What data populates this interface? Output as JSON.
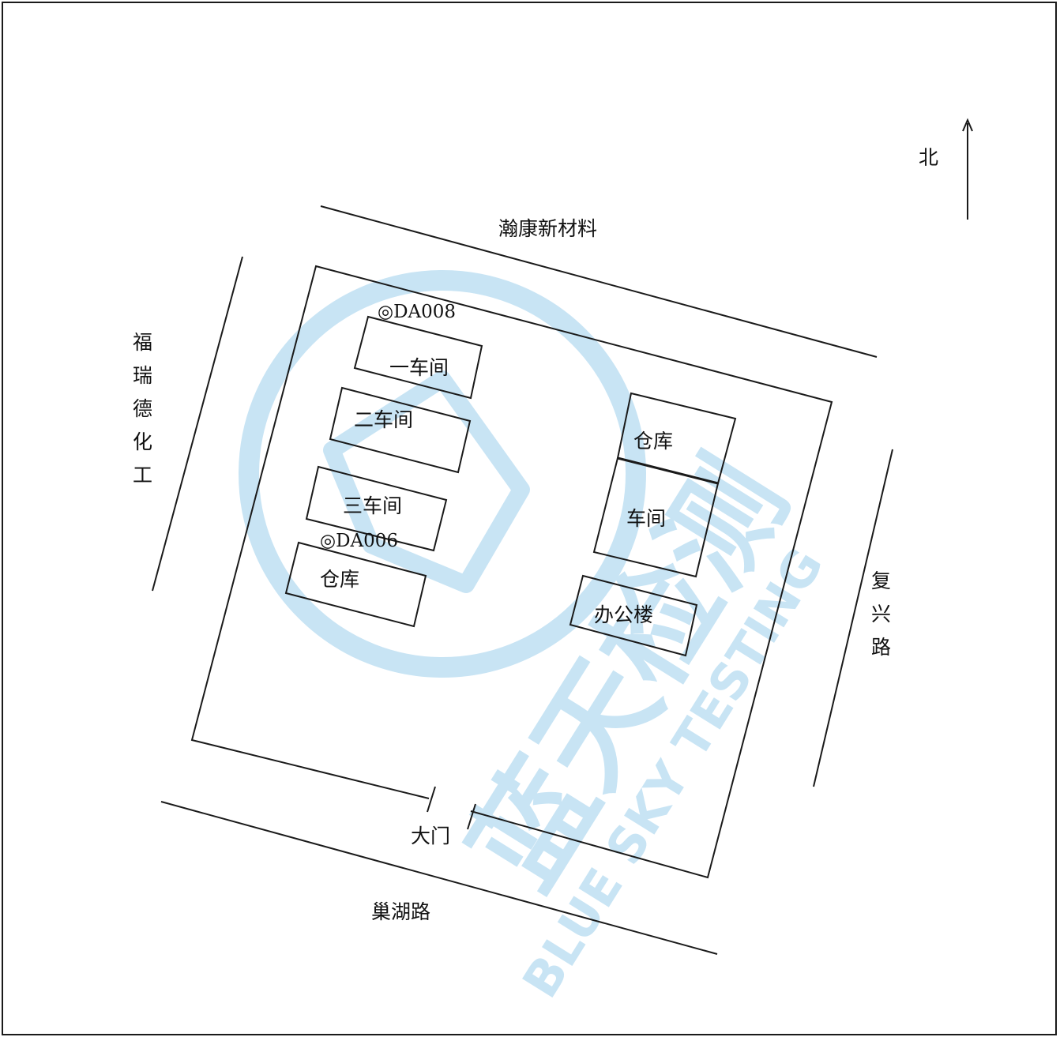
{
  "north_label": "北",
  "neighbors": {
    "north": "瀚康新材料",
    "west": "福瑞德化工",
    "east": "复兴路",
    "south": "巢湖路"
  },
  "gate_label": "大门",
  "buildings": {
    "workshop_1": "一车间",
    "workshop_2": "二车间",
    "workshop_3": "三车间",
    "warehouse_west": "仓库",
    "warehouse_east": "仓库",
    "workshop_east": "车间",
    "office": "办公楼"
  },
  "monitoring_points": [
    {
      "label": "◎DA008"
    },
    {
      "label": "◎DA006"
    }
  ],
  "watermark": {
    "logo_text": "蓝天检测",
    "english_text": "BLUE SKY TESTING"
  },
  "colors": {
    "line": "#1a1a1a",
    "watermark": "#bfe0f3"
  }
}
